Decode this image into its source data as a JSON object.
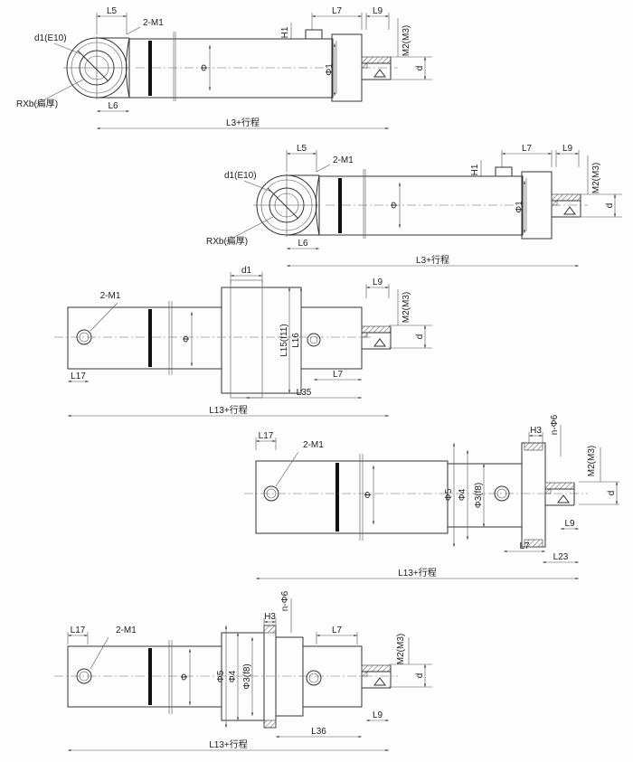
{
  "views": [
    {
      "labels": {
        "l5": "L5",
        "m1": "2-M1",
        "d1": "d1(E10)",
        "rxb": "RXb(扁厚)",
        "l6": "L6",
        "l3": "L3+行程",
        "l7": "L7",
        "l9": "L9",
        "h1": "H1",
        "phi": "Φ",
        "phi1": "Φ1",
        "m2": "M2(M3)",
        "d": "d"
      }
    },
    {
      "labels": {
        "l5": "L5",
        "m1": "2-M1",
        "d1": "d1(E10)",
        "rxb": "RXb(扁厚)",
        "l6": "L6",
        "l3": "L3+行程",
        "l7": "L7",
        "l9": "L9",
        "h1": "H1",
        "phi": "Φ",
        "phi1": "Φ1",
        "m2": "M2(M3)",
        "d": "d"
      }
    },
    {
      "labels": {
        "m1": "2-M1",
        "d1": "d1",
        "l9": "L9",
        "m2": "M2(M3)",
        "d": "d",
        "l15": "L15(f11)",
        "l16": "L16",
        "phi": "Φ",
        "l7": "L7",
        "l35": "L35",
        "l17": "L17",
        "l13": "L13+行程"
      }
    },
    {
      "labels": {
        "l17": "L17",
        "m1": "2-M1",
        "h3": "H3",
        "n6": "n-Φ6",
        "m2": "M2(M3)",
        "d": "d",
        "phi": "Φ",
        "phi5": "Φ5",
        "phi4": "Φ4",
        "phi3": "Φ3(f8)",
        "l9": "L9",
        "l7": "L7",
        "l23": "L23",
        "l13": "L13+行程"
      }
    },
    {
      "labels": {
        "l17": "L17",
        "m1": "2-M1",
        "h3": "H3",
        "n6": "n-Φ6",
        "l7": "L7",
        "phi": "Φ",
        "phi5": "Φ5",
        "phi4": "Φ4",
        "phi3": "Φ3(f8)",
        "m2": "M2(M3)",
        "d": "d",
        "l9": "L9",
        "l36": "L36",
        "l13": "L13+行程"
      }
    }
  ]
}
